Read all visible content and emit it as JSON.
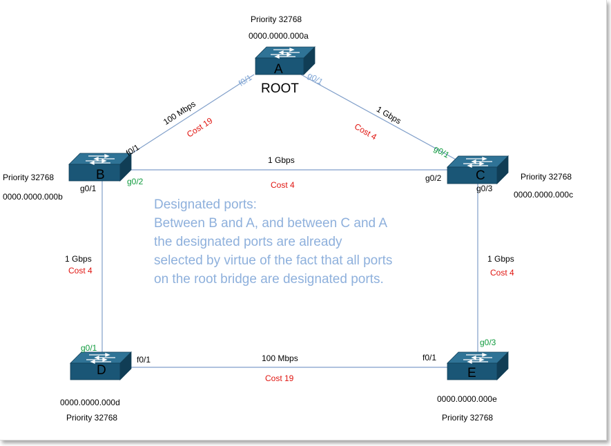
{
  "switches": {
    "a": {
      "letter": "A",
      "priority": "Priority 32768",
      "mac": "0000.0000.000a",
      "role": "ROOT"
    },
    "b": {
      "letter": "B",
      "priority": "Priority 32768",
      "mac": "0000.0000.000b"
    },
    "c": {
      "letter": "C",
      "priority": "Priority 32768",
      "mac": "0000.0000.000c"
    },
    "d": {
      "letter": "D",
      "priority": "Priority 32768",
      "mac": "0000.0000.000d"
    },
    "e": {
      "letter": "E",
      "priority": "Priority 32768",
      "mac": "0000.0000.000e"
    }
  },
  "links": {
    "ab": {
      "speed": "100 Mbps",
      "cost": "Cost 19",
      "port_a": "f0/1",
      "port_b": "f0/1"
    },
    "ac": {
      "speed": "1 Gbps",
      "cost": "Cost 4",
      "port_a": "g0/1",
      "port_c": "g0/1"
    },
    "bc": {
      "speed": "1 Gbps",
      "cost": "Cost 4",
      "port_b": "g0/2",
      "port_c": "g0/2"
    },
    "bd": {
      "speed": "1 Gbps",
      "cost": "Cost 4",
      "port_b": "g0/1",
      "port_d": "g0/1"
    },
    "ce": {
      "speed": "1 Gbps",
      "cost": "Cost 4",
      "port_c": "g0/3",
      "port_e": "g0/3"
    },
    "de": {
      "speed": "100 Mbps",
      "cost": "Cost 19",
      "port_d": "f0/1",
      "port_e": "f0/1"
    }
  },
  "note": {
    "lines": [
      "Designated ports:",
      "Between B and A, and between C and A",
      "the designated ports are already",
      "selected by virtue of the fact that all ports",
      "on the root bridge are designated ports."
    ]
  },
  "colors": {
    "link": "#7f9ec9",
    "switch_front": "#1a5676",
    "switch_top": "#2f7396",
    "switch_side": "#103d55",
    "cost": "#e0140f",
    "designated_port": "#0e9a3c",
    "note": "#8eb0dc"
  }
}
